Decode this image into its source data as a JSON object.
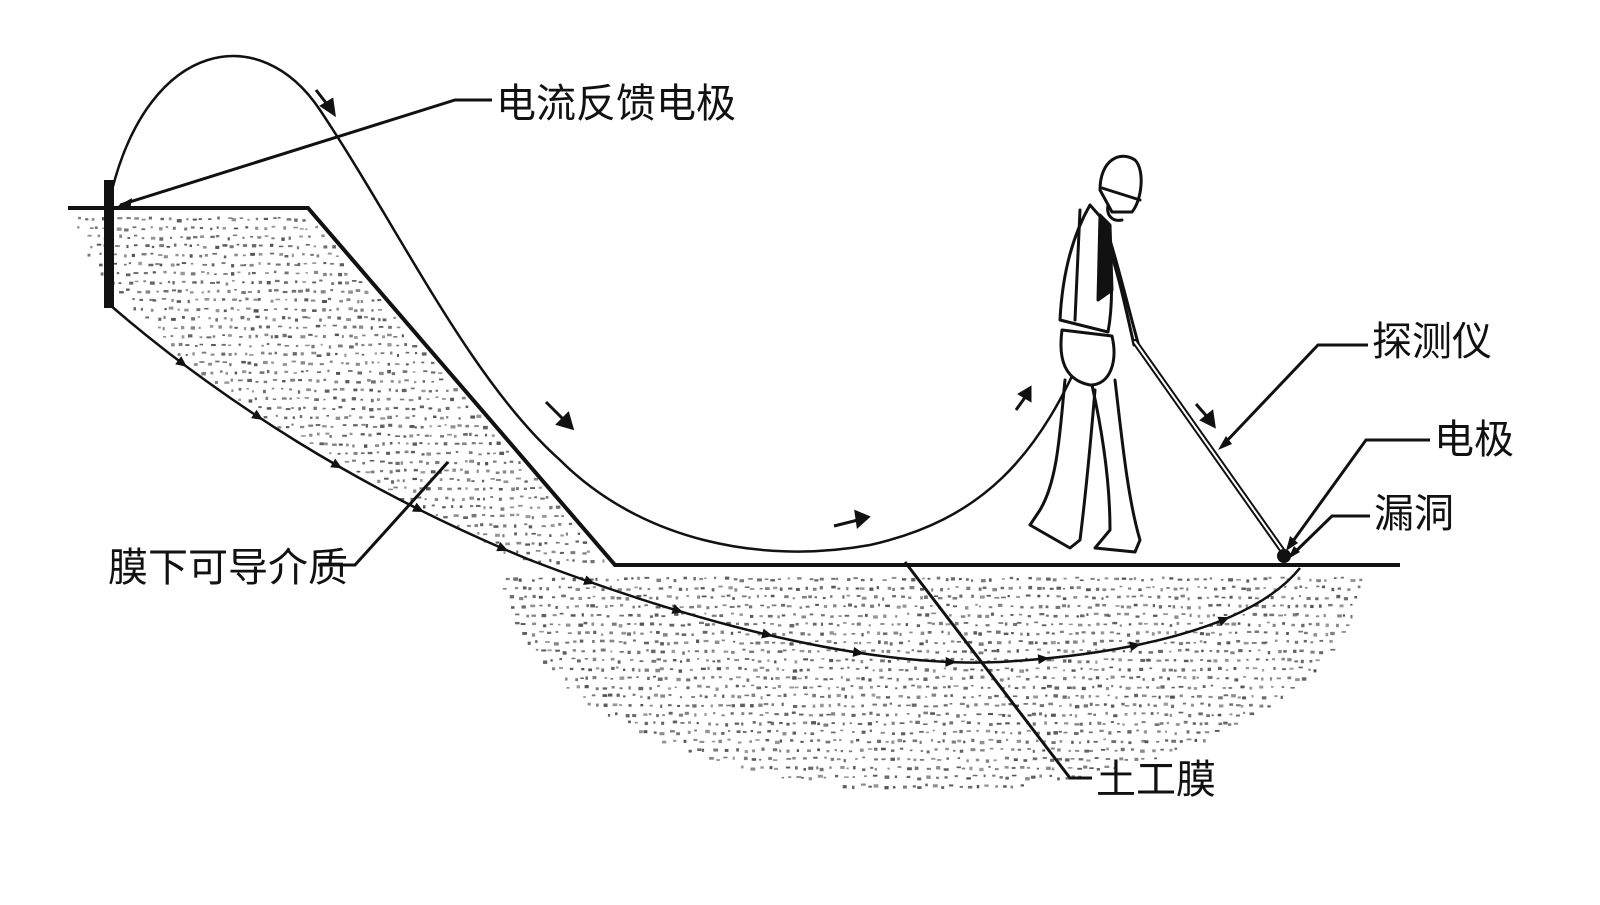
{
  "labels": {
    "feedback_electrode": "电流反馈电极",
    "detector": "探测仪",
    "electrode": "电极",
    "leak_hole": "漏洞",
    "conductive_medium": "膜下可导介质",
    "geomembrane": "土工膜"
  },
  "colors": {
    "ink": "#111111",
    "soil": "#4a4a4a",
    "background": "#ffffff"
  },
  "icons": {
    "surveyor": "person-with-detector-icon",
    "current_direction": "arrow-icon"
  }
}
